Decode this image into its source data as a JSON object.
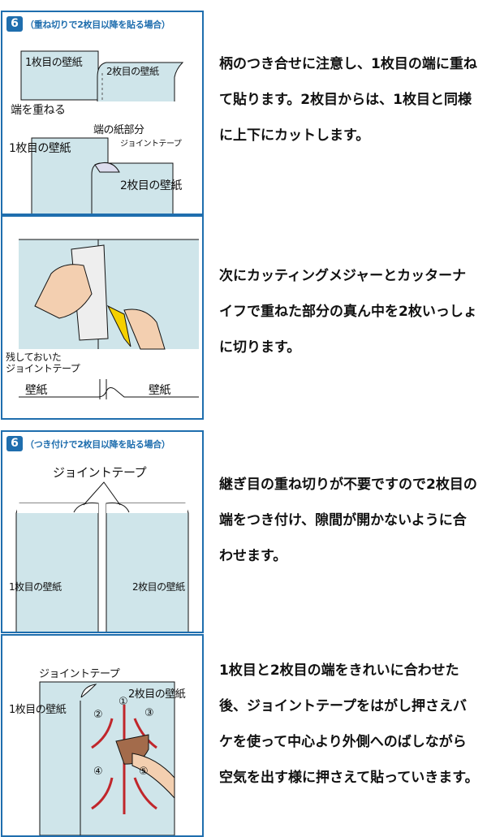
{
  "sections": [
    {
      "step": "6",
      "heading": "（重ね切りで2枚目以降を貼る場合）",
      "labels": {
        "first": "1枚目の壁紙",
        "second": "2枚目の壁紙",
        "overlap": "端を重ねる",
        "edge": "端の紙部分",
        "tape": "ジョイントテープ",
        "first2": "1枚目の壁紙",
        "second2": "2枚目の壁紙"
      },
      "text": "柄のつき合せに注意し、1枚目の端に重ねて貼ります。2枚目からは、1枚目と同様に上下にカットします。"
    },
    {
      "labels": {
        "remaining": "残しておいた",
        "tape": "ジョイントテープ",
        "left": "壁紙",
        "right": "壁紙"
      },
      "text": "次にカッティングメジャーとカッターナイフで重ねた部分の真ん中を2枚いっしょに切ります。"
    },
    {
      "step": "6",
      "heading": "（つき付けで2枚目以降を貼る場合）",
      "labels": {
        "tape": "ジョイントテープ",
        "first": "1枚目の壁紙",
        "second": "2枚目の壁紙"
      },
      "text": "継ぎ目の重ね切りが不要ですので2枚目の端をつき付け、隙間が開かないように合わせます。"
    },
    {
      "labels": {
        "tape": "ジョイントテープ",
        "first": "1枚目の壁紙",
        "second": "2枚目の壁紙",
        "n1": "①",
        "n2": "②",
        "n3": "③",
        "n4": "④",
        "n5": "⑤"
      },
      "text": "1枚目と2枚目の端をきれいに合わせた後、ジョイントテープをはがし押さえバケを使って中心より外側へのばしながら空気を出す様に押さえて貼っていきます。"
    }
  ],
  "colors": {
    "border": "#1f6eae",
    "wallpaper": "#cfe5ea",
    "arrow": "#c0262b"
  }
}
